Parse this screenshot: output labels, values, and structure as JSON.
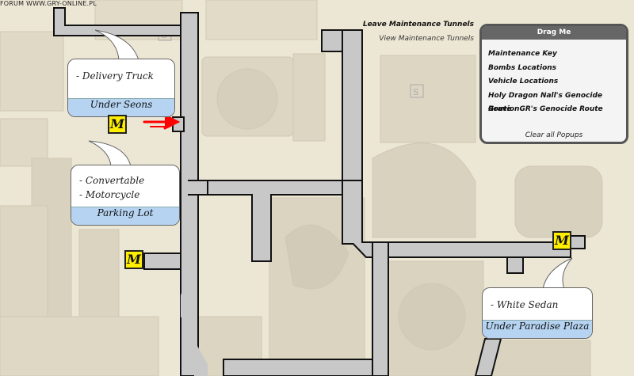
{
  "watermark": "FORUM WWW.GRY-ONLINE.PL",
  "top_links": {
    "leave": "Leave Maintenance Tunnels",
    "view": "View Maintenance Tunnels"
  },
  "panel": {
    "title": "Drag Me",
    "items": [
      "Maintenance Key",
      "Bombs Locations",
      "Vehicle Locations",
      "Holy Dragon Nall's Genocide Route",
      "GravionGR's Genocide Route"
    ],
    "clear_label": "Clear all Popups"
  },
  "callouts": {
    "delivery": {
      "items": [
        "- Delivery Truck"
      ],
      "location": "Under Seons"
    },
    "parking": {
      "items": [
        "- Convertable",
        "- Motorcycle"
      ],
      "location": "Parking Lot"
    },
    "paradise": {
      "items": [
        "- White Sedan"
      ],
      "location": "Under Paradise Plaza"
    }
  },
  "markers": {
    "maintenance_letter": "M",
    "save_letter": "S"
  },
  "colors": {
    "corridor_fill": "#c8c8c8",
    "corridor_outline": "#111111",
    "marker_fill": "#ffee00",
    "callout_footer": "#b6d4f2",
    "arrow": "#ff0000",
    "map_background": "#ece6d4"
  }
}
